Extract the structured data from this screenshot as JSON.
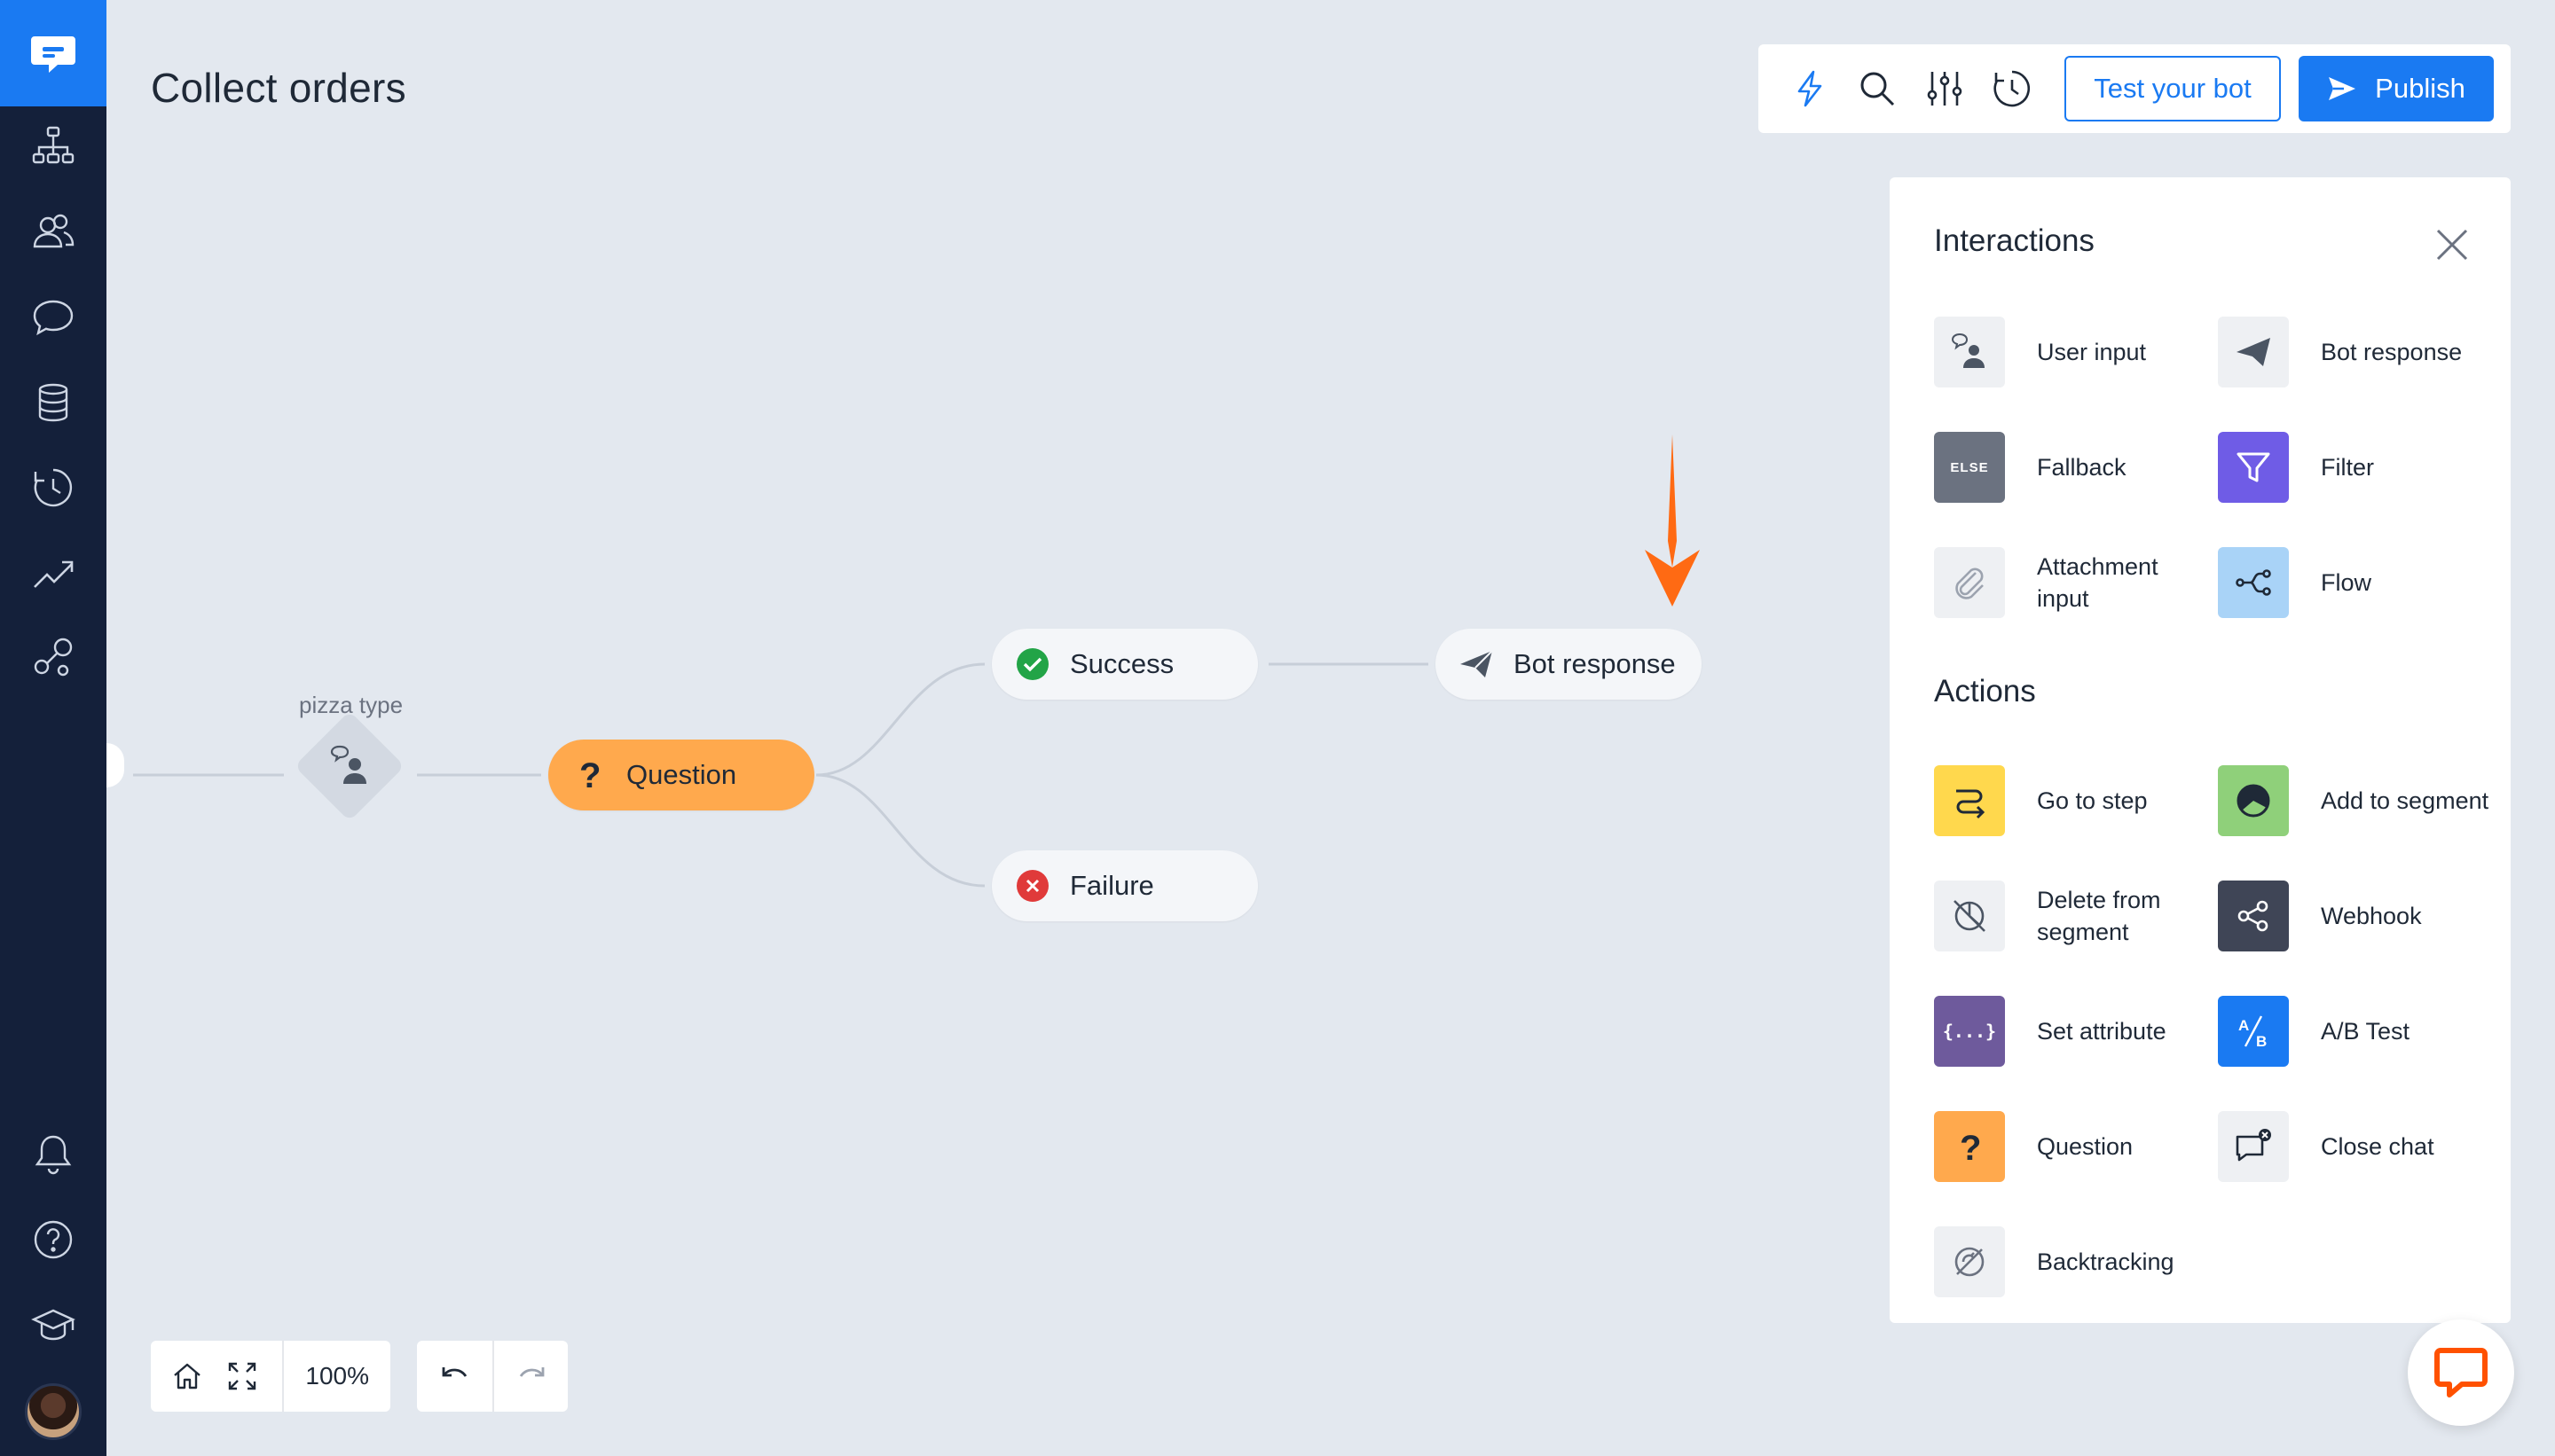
{
  "app": {
    "title": "Collect orders"
  },
  "sidebar": {
    "logo_icon": "chatbot-logo-icon",
    "items": [
      {
        "name": "stories",
        "icon": "sitemap-icon"
      },
      {
        "name": "audience",
        "icon": "users-icon"
      },
      {
        "name": "chats",
        "icon": "chat-bubble-icon"
      },
      {
        "name": "data",
        "icon": "database-icon"
      },
      {
        "name": "archives",
        "icon": "clock-history-icon"
      },
      {
        "name": "reports",
        "icon": "trend-up-icon"
      },
      {
        "name": "integrations",
        "icon": "nodes-icon"
      }
    ],
    "bottom_items": [
      {
        "name": "notifications",
        "icon": "bell-icon"
      },
      {
        "name": "help",
        "icon": "question-circle-icon"
      },
      {
        "name": "academy",
        "icon": "graduation-cap-icon"
      }
    ]
  },
  "toolbar": {
    "icons": [
      "lightning-icon",
      "search-icon",
      "sliders-icon",
      "history-icon"
    ],
    "test_label": "Test your bot",
    "publish_label": "Publish"
  },
  "flow": {
    "user_input_label": "pizza type",
    "question_label": "Question",
    "success_label": "Success",
    "failure_label": "Failure",
    "bot_response_label": "Bot response"
  },
  "panel": {
    "interactions_heading": "Interactions",
    "actions_heading": "Actions",
    "interactions": [
      {
        "label": "User input",
        "icon": "user-input-icon",
        "color": "#eef0f3"
      },
      {
        "label": "Bot response",
        "icon": "paper-plane-icon",
        "color": "#eef0f3"
      },
      {
        "label": "Fallback",
        "icon": "else-icon",
        "color": "#6b7280",
        "badge": "ELSE"
      },
      {
        "label": "Filter",
        "icon": "funnel-icon",
        "color": "#6f5ce6"
      },
      {
        "label": "Attachment input",
        "icon": "paperclip-icon",
        "color": "#eef0f3"
      },
      {
        "label": "Flow",
        "icon": "flow-branch-icon",
        "color": "#a9d3f7"
      }
    ],
    "actions": [
      {
        "label": "Go to step",
        "icon": "route-icon",
        "color": "#ffd84d"
      },
      {
        "label": "Add to segment",
        "icon": "pie-chart-icon",
        "color": "#8fd07a"
      },
      {
        "label": "Delete from segment",
        "icon": "segment-remove-icon",
        "color": "#eef0f3"
      },
      {
        "label": "Webhook",
        "icon": "share-nodes-icon",
        "color": "#3f4556"
      },
      {
        "label": "Set attribute",
        "icon": "braces-icon",
        "color": "#6e5a9c",
        "badge": "{...}"
      },
      {
        "label": "A/B Test",
        "icon": "ab-test-icon",
        "color": "#1a7af2"
      },
      {
        "label": "Question",
        "icon": "question-mark-icon",
        "color": "#ffa94d"
      },
      {
        "label": "Close chat",
        "icon": "close-chat-icon",
        "color": "#eef0f3"
      },
      {
        "label": "Backtracking",
        "icon": "backtrack-icon",
        "color": "#eef0f3"
      }
    ]
  },
  "zoom": {
    "value": "100%"
  },
  "colors": {
    "accent": "#1a7af2",
    "sidebar": "#14203a",
    "question": "#ffa94d",
    "success": "#22a447",
    "failure": "#e03a3a",
    "arrow": "#ff6a13",
    "chat_widget": "#ff5100"
  }
}
